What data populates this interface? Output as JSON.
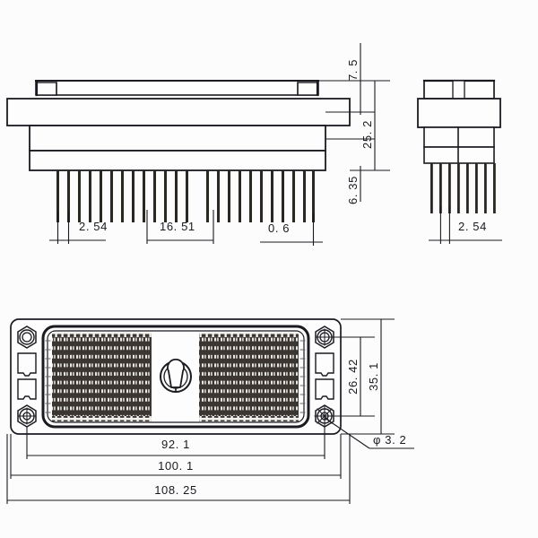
{
  "sheet": {
    "title": "Connector outline drawing",
    "background_color": "#fcfcfd",
    "line_color": "#1a1a20",
    "pad_fill_color": "#3b3632",
    "pad_hole_color": "#e8e6e2"
  },
  "views": {
    "front_elevation": {
      "name": "front-elevation-view",
      "pin_pitch_label": "2. 54",
      "center_gap_label": "16. 51",
      "pin_width_label": "0. 6",
      "left_pin_count": 13,
      "right_pin_count": 11,
      "height_upper_label": "7. 5",
      "height_body_label": "25. 2",
      "height_pin_label": "6. 35"
    },
    "side_elevation": {
      "name": "side-elevation-view",
      "pin_pitch_label": "2. 54",
      "pin_count": 8
    },
    "plan_view": {
      "name": "bottom-plan-view",
      "width_inner_label": "92. 1",
      "width_mid_label": "100. 1",
      "width_outer_label": "108. 25",
      "height_inner_label": "26. 42",
      "height_outer_label": "35. 1",
      "hole_diameter_label": "φ 3. 2",
      "array_columns": 24,
      "array_rows": 9,
      "mounting_hole_count": 4,
      "slot_count": 4,
      "key_feature": "center-keyway"
    }
  },
  "dimensions": {
    "vertical": [
      {
        "label": "7. 5",
        "name": "dim-7-5"
      },
      {
        "label": "25. 2",
        "name": "dim-25-2"
      },
      {
        "label": "6. 35",
        "name": "dim-6-35"
      },
      {
        "label": "26. 42",
        "name": "dim-26-42"
      },
      {
        "label": "35. 1",
        "name": "dim-35-1"
      }
    ],
    "horizontal": [
      {
        "label": "2. 54",
        "name": "dim-2-54-front"
      },
      {
        "label": "16. 51",
        "name": "dim-16-51"
      },
      {
        "label": "0. 6",
        "name": "dim-0-6"
      },
      {
        "label": "2. 54",
        "name": "dim-2-54-side"
      },
      {
        "label": "92. 1",
        "name": "dim-92-1"
      },
      {
        "label": "100. 1",
        "name": "dim-100-1"
      },
      {
        "label": "108. 25",
        "name": "dim-108-25"
      },
      {
        "label": "φ 3. 2",
        "name": "dim-phi-3-2"
      }
    ]
  }
}
